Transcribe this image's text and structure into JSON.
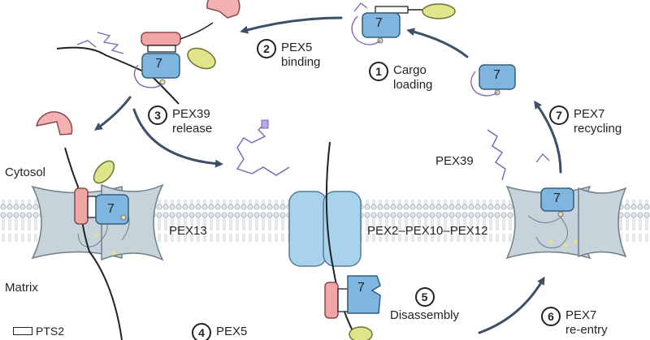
{
  "labels": {
    "cytosol": "Cytosol",
    "matrix": "Matrix",
    "pex13": "PEX13",
    "pex2_complex": "PEX2–PEX10–PEX12",
    "pex39": "PEX39",
    "pex7_glyph": "7"
  },
  "steps": [
    {
      "number": "1",
      "line1": "Cargo",
      "line2": "loading"
    },
    {
      "number": "2",
      "line1": "PEX5",
      "line2": "binding"
    },
    {
      "number": "3",
      "line1": "PEX39",
      "line2": "release"
    },
    {
      "number": "4",
      "line1": "PEX5",
      "line2": ""
    },
    {
      "number": "5",
      "line1": "Disassembly",
      "line2": ""
    },
    {
      "number": "6",
      "line1": "PEX7",
      "line2": "re-entry"
    },
    {
      "number": "7",
      "line1": "PEX7",
      "line2": "recycling"
    }
  ],
  "legend": {
    "pts2": "PTS2"
  },
  "colors": {
    "pex7": "#7fb6e0",
    "pex5": "#f1a6a6",
    "cargo": "#dfe58a",
    "membrane": "#c9d6de",
    "channel": "#a9d3ea",
    "arrow": "#3d5068",
    "peptide": "#7b62b8"
  }
}
